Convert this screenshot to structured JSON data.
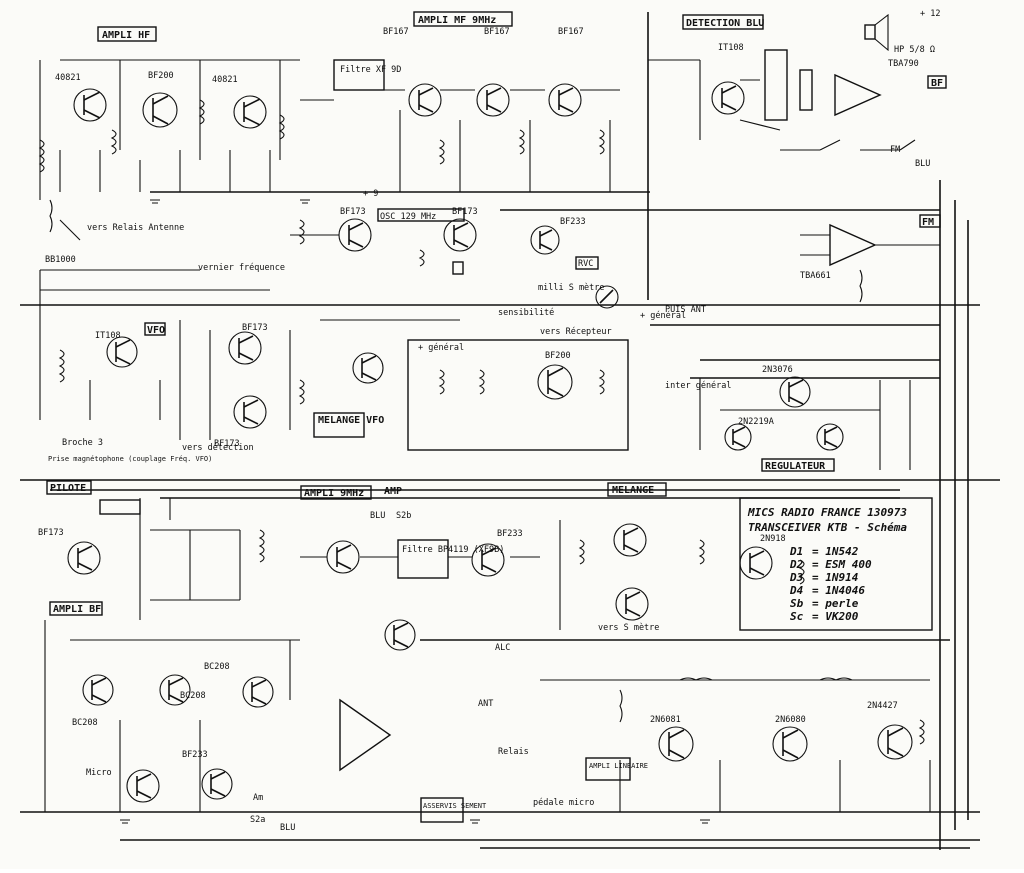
{
  "blocks": {
    "ampli_hf": "AMPLI HF",
    "ampli_mf": "AMPLI MF 9MHz",
    "detection_blu": "DETECTION BLU",
    "pilote": "PILOTE",
    "ampli_9mhz": "AMPLI 9MHz",
    "melange_top": "MELANGE",
    "melange_vfo": "MELANGE VFO",
    "vfo": "VFO",
    "regulateur": "REGULATEUR",
    "ampli_bf": "AMPLI BF",
    "ampli_lineaire": "AMPLI LINEAIRE",
    "asservissement": "ASSERVIS SEMENT",
    "bf": "BF",
    "fm": "FM",
    "amp": "AMP"
  },
  "components": {
    "filtre_xf9d": "Filtre XF 9D",
    "filtre_bp": "Filtre BP4119 (XF9B)",
    "bf200_a": "BF200",
    "bf200_b": "BF200",
    "bf167_a": "BF167",
    "bf167_b": "BF167",
    "bf167_c": "BF167",
    "bf173_a": "BF173",
    "bf173_b": "BF173",
    "bf173_c": "BF173",
    "bf173_d": "BF173",
    "bf173_e": "BF173",
    "bf233_a": "BF233",
    "bf233_b": "BF233",
    "bf233_c": "BF233",
    "tba790": "TBA790",
    "tba661": "TBA661",
    "osc_9mhz": "OSC 129 MHz",
    "ic_40821_a": "40821",
    "ic_40821_b": "40821",
    "bc208_a": "BC208",
    "bc208_b": "BC208",
    "bc208_c": "BC208",
    "t2n6081": "2N6081",
    "t2n6080": "2N6080",
    "t2n4427": "2N4427",
    "t2n918": "2N918",
    "t2n3076": "2N3076",
    "t2n2219": "2N2219A",
    "it108_a": "IT108",
    "it108_b": "IT108",
    "bb1000": "BB1000",
    "hp": "HP 5/8 Ω"
  },
  "notes": {
    "vers_relais_antenne": "vers Relais Antenne",
    "vernier_frequence": "vernier fréquence",
    "broche3": "Broche 3",
    "prise_mag": "Prise magnétophone (couplage Fréq. VFO)",
    "vers_detection": "vers détection",
    "vers_recepteur": "vers Récepteur",
    "sensibilite": "sensibilité",
    "milli_smetre": "milli S mètre",
    "puis_ant": "PUIS ANT",
    "ecouteur": "écouteur",
    "inter_general": "inter général",
    "vers_smetre": "vers S mètre",
    "pedale_micro": "pédale micro",
    "micro": "Micro",
    "relais": "Relais",
    "ant": "ANT",
    "rvc": "RVC",
    "alc": "ALC",
    "general": "+ général",
    "plus9": "+ 9",
    "plus12": "+ 12",
    "s2b": "S2b",
    "s2a": "S2a",
    "blu": "BLU",
    "am": "Am"
  },
  "title_block": {
    "line1": "MICS RADIO FRANCE   130973",
    "line2": "TRANSCEIVER KTB - Schéma"
  },
  "legend": [
    {
      "key": "D1",
      "value": "= 1N542"
    },
    {
      "key": "D2",
      "value": "= ESM 400"
    },
    {
      "key": "D3",
      "value": "= 1N914"
    },
    {
      "key": "D4",
      "value": "= 1N4046"
    },
    {
      "key": "Sb",
      "value": "= perle"
    },
    {
      "key": "Sc",
      "value": "= VK200"
    }
  ]
}
